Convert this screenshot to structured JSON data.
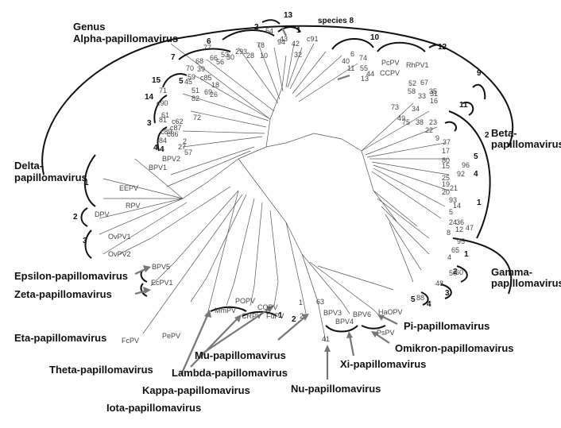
{
  "genera": {
    "alpha_1": "Genus",
    "alpha_2": "Alpha-papillomavirus",
    "beta_1": "Beta-",
    "beta_2": "papillomavirus",
    "gamma_1": "Gamma-",
    "gamma_2": "papillomavirus",
    "delta_1": "Delta-",
    "delta_2": "papillomavirus",
    "epsilon": "Epsilon-papillomavirus",
    "zeta": "Zeta-papillomavirus",
    "eta": "Eta-papillomavirus",
    "theta": "Theta-papillomavirus",
    "iota": "Iota-papillomavirus",
    "kappa": "Kappa-papillomavirus",
    "lambda": "Lambda-papillomavirus",
    "mu": "Mu-papillomavirus",
    "nu": "Nu-papillomavirus",
    "xi": "Xi-papillomavirus",
    "omikron": "Omikron-papillomavirus",
    "pi": "Pi-papillomavirus"
  },
  "species_label": "species 8",
  "species_numbers": [
    "1",
    "2",
    "3",
    "4",
    "5",
    "6",
    "7",
    "8",
    "9",
    "10",
    "11",
    "12",
    "13",
    "14",
    "15"
  ],
  "tip_labels": [
    "54",
    "43",
    "c91",
    "94",
    "42",
    "32",
    "78",
    "10",
    "28",
    "29",
    "3",
    "30",
    "56",
    "53",
    "66",
    "77",
    "68",
    "39",
    "70",
    "59",
    "c85",
    "45",
    "51",
    "82",
    "69",
    "26",
    "18",
    "71",
    "c90",
    "61",
    "72",
    "81",
    "c62",
    "c89",
    "c87",
    "c86",
    "84",
    "2",
    "27",
    "57",
    "6",
    "40",
    "11",
    "74",
    "55",
    "44",
    "13",
    "PcPV",
    "CCPV",
    "RhPV1",
    "52",
    "67",
    "58",
    "33",
    "31",
    "34",
    "35",
    "16",
    "73",
    "49",
    "75",
    "38",
    "23",
    "22",
    "9",
    "37",
    "17",
    "80",
    "15",
    "96",
    "92",
    "25",
    "19",
    "20",
    "21",
    "93",
    "14",
    "5",
    "24",
    "36",
    "8",
    "12",
    "47",
    "95",
    "65",
    "4",
    "60",
    "50",
    "48",
    "88",
    "BPV2",
    "BPV1",
    "EEPV",
    "RPV",
    "DPV",
    "OvPV1",
    "OvPV2",
    "BPV5",
    "EcPV1",
    "FcPV",
    "PePV",
    "MmPV",
    "POPV",
    "CRPV",
    "COPV",
    "FdPV",
    "1",
    "63",
    "2",
    "41",
    "BPV3",
    "BPV4",
    "BPV6",
    "HaOPV",
    "PsPV"
  ],
  "colors": {
    "arrow": "#777777",
    "line": "#555555",
    "ink": "#111111"
  }
}
